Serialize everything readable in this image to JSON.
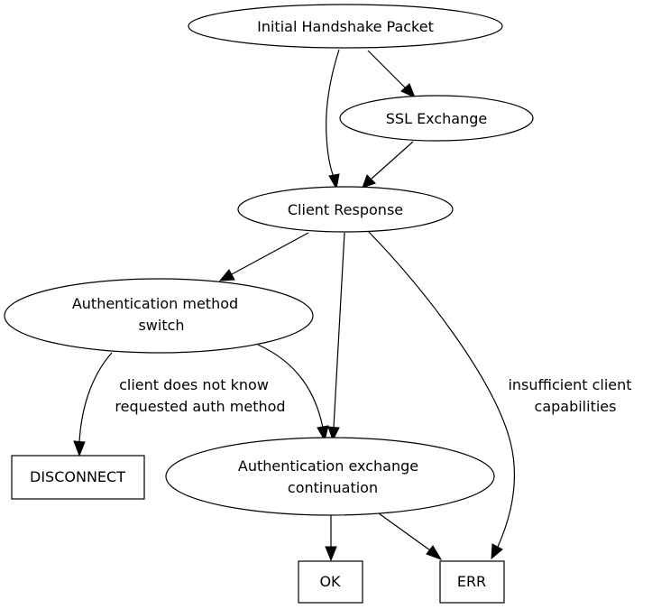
{
  "diagram": {
    "nodes": {
      "initial_handshake": {
        "lines": [
          "Initial Handshake Packet"
        ]
      },
      "ssl_exchange": {
        "lines": [
          "SSL Exchange"
        ]
      },
      "client_response": {
        "lines": [
          "Client Response"
        ]
      },
      "auth_method_switch": {
        "lines": [
          "Authentication method",
          "switch"
        ]
      },
      "auth_exchange_continuation": {
        "lines": [
          "Authentication exchange",
          "continuation"
        ]
      },
      "disconnect": {
        "lines": [
          "DISCONNECT"
        ]
      },
      "ok": {
        "lines": [
          "OK"
        ]
      },
      "err": {
        "lines": [
          "ERR"
        ]
      }
    },
    "edge_labels": {
      "unknown_auth_method": [
        "client does not know",
        "requested auth method"
      ],
      "insufficient_capabilities": [
        "insufficient client",
        "capabilities"
      ]
    },
    "edges": [
      {
        "from": "initial_handshake",
        "to": "client_response"
      },
      {
        "from": "initial_handshake",
        "to": "ssl_exchange"
      },
      {
        "from": "ssl_exchange",
        "to": "client_response"
      },
      {
        "from": "client_response",
        "to": "auth_method_switch"
      },
      {
        "from": "client_response",
        "to": "auth_exchange_continuation"
      },
      {
        "from": "client_response",
        "to": "err",
        "label": "insufficient_capabilities"
      },
      {
        "from": "auth_method_switch",
        "to": "disconnect",
        "label": "unknown_auth_method"
      },
      {
        "from": "auth_method_switch",
        "to": "auth_exchange_continuation"
      },
      {
        "from": "auth_exchange_continuation",
        "to": "ok"
      },
      {
        "from": "auth_exchange_continuation",
        "to": "err"
      }
    ]
  }
}
